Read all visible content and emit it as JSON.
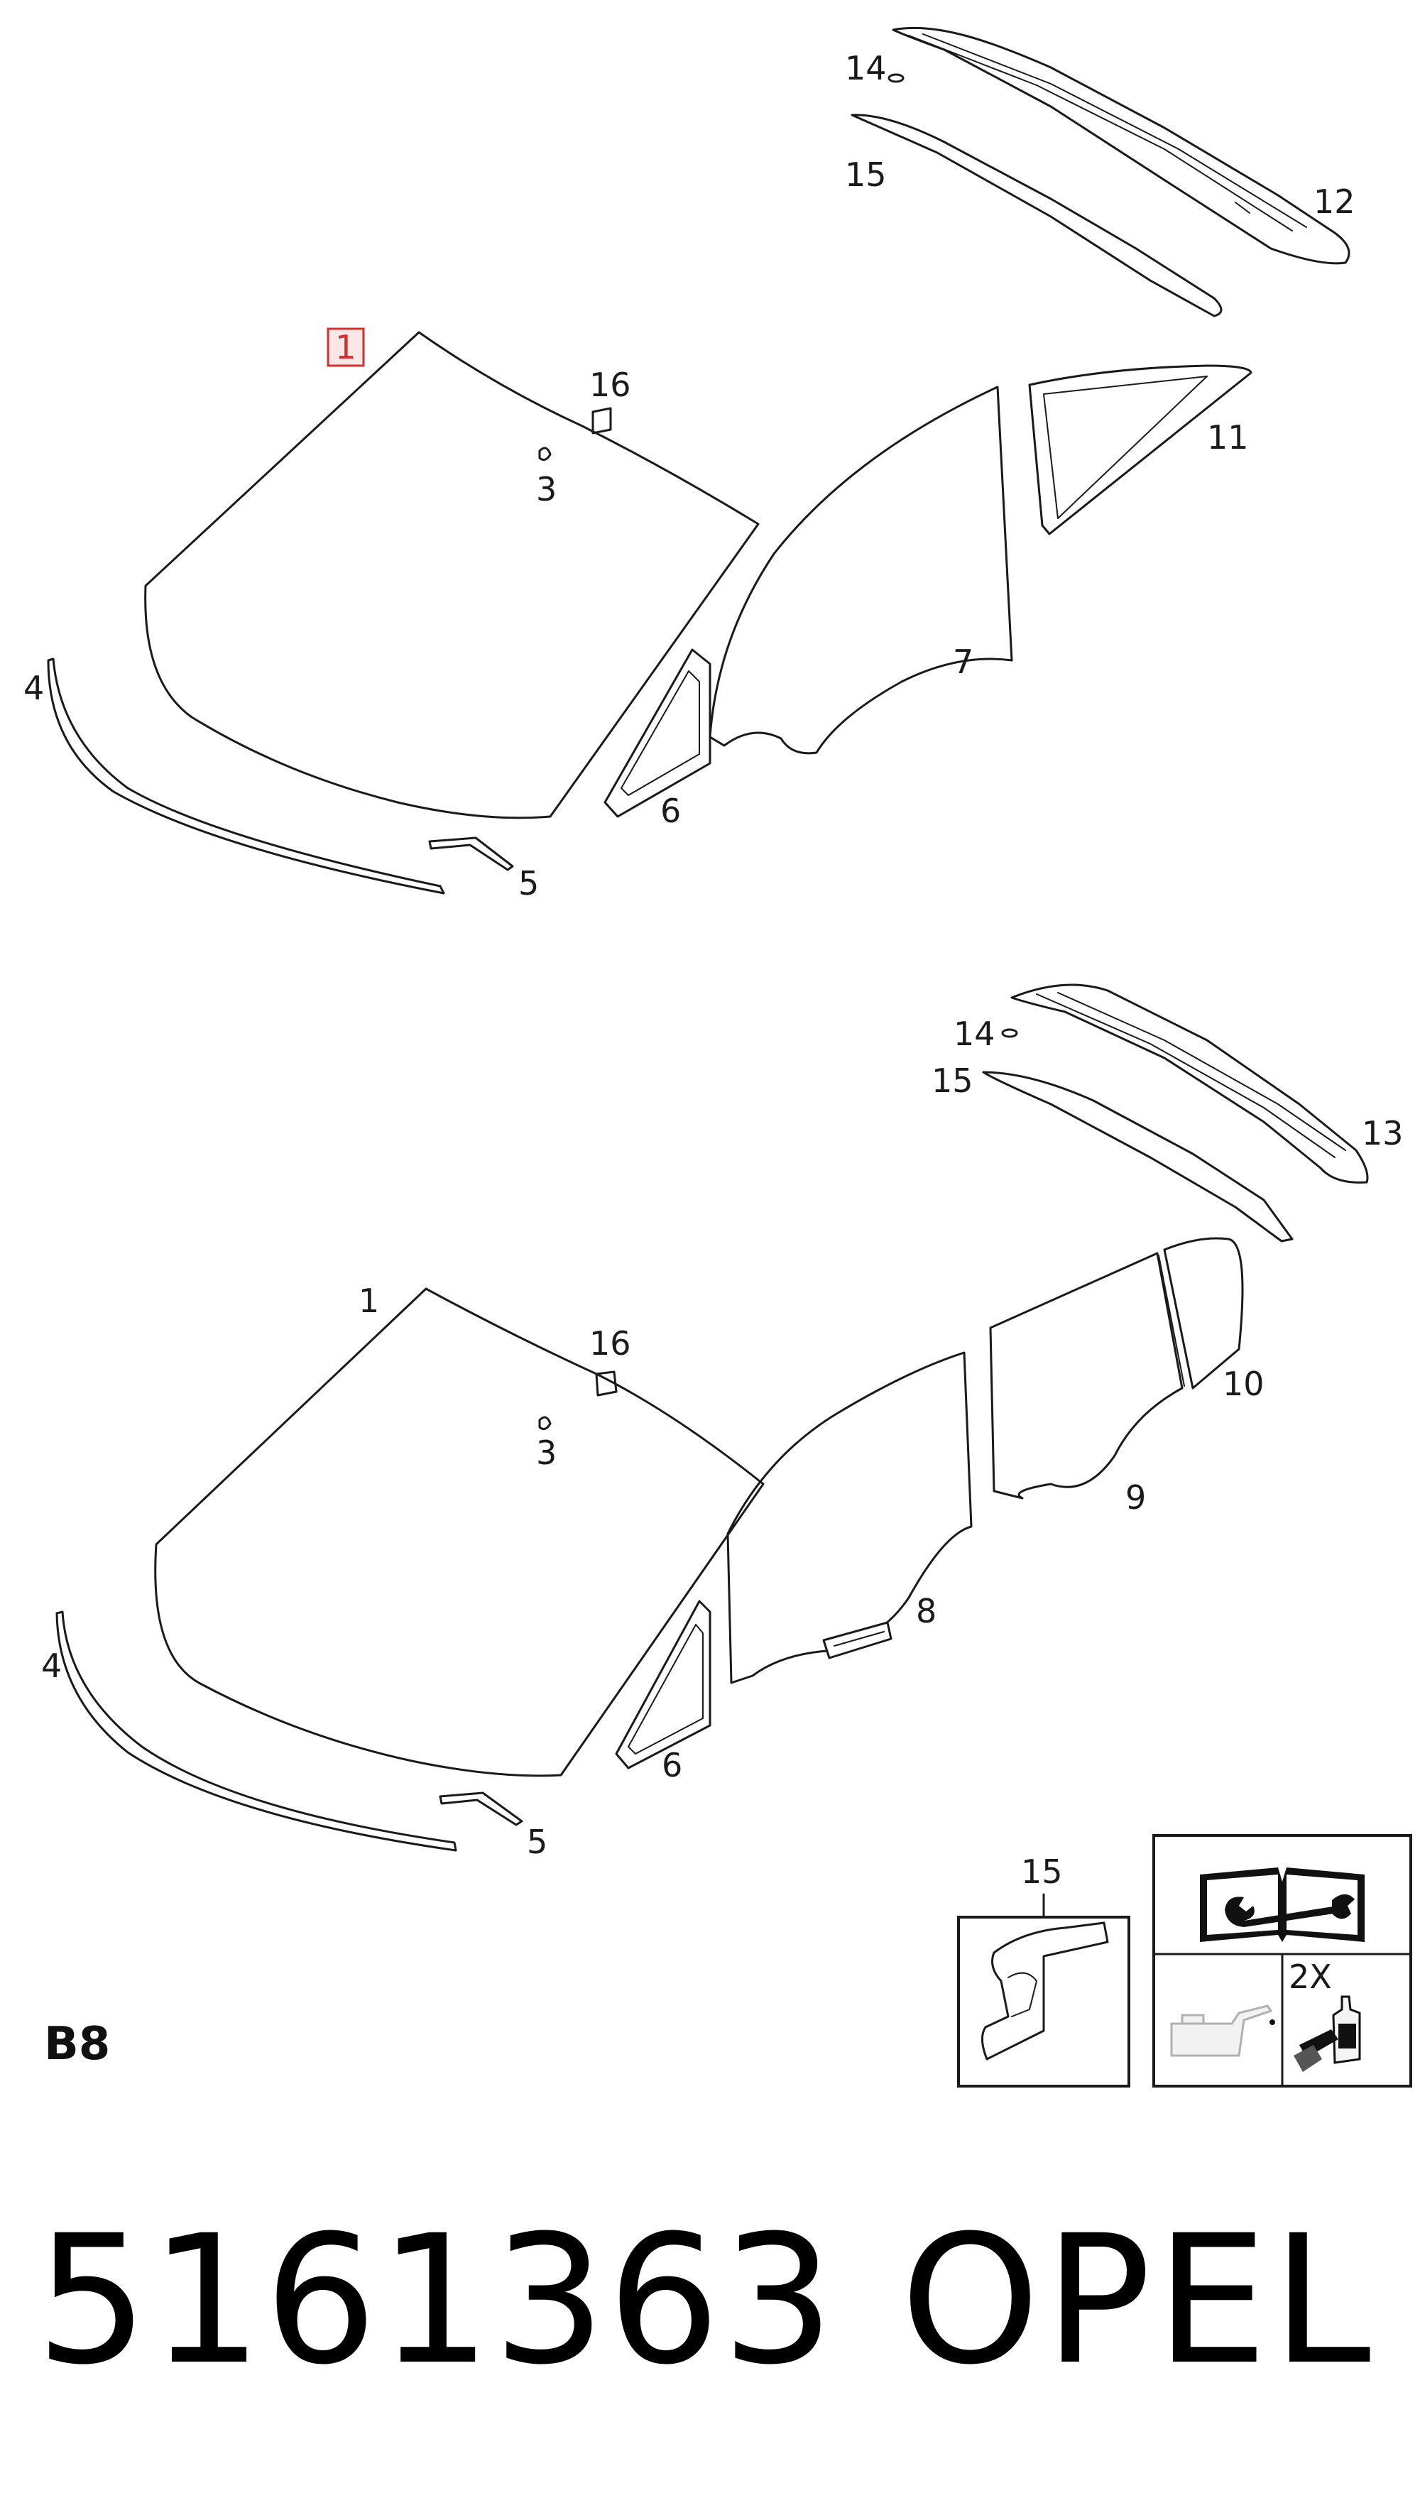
{
  "section": "B8",
  "part_number": "5161363",
  "brand": "OPEL",
  "highlight_color": "#d32f2f",
  "upper_callouts": {
    "c1": "1",
    "c3": "3",
    "c4": "4",
    "c5": "5",
    "c6": "6",
    "c7": "7",
    "c11": "11",
    "c12": "12",
    "c14": "14",
    "c15": "15",
    "c16": "16"
  },
  "lower_callouts": {
    "c1": "1",
    "c3": "3",
    "c4": "4",
    "c5": "5",
    "c6": "6",
    "c8": "8",
    "c9": "9",
    "c10": "10",
    "c13": "13",
    "c14": "14",
    "c15": "15",
    "c16": "16"
  },
  "detail_callout": "15",
  "kit_quantity": "2X",
  "icons": [
    "manual-book-icon",
    "wrench-icon",
    "oil-can-icon",
    "adhesive-bottle-icon"
  ]
}
